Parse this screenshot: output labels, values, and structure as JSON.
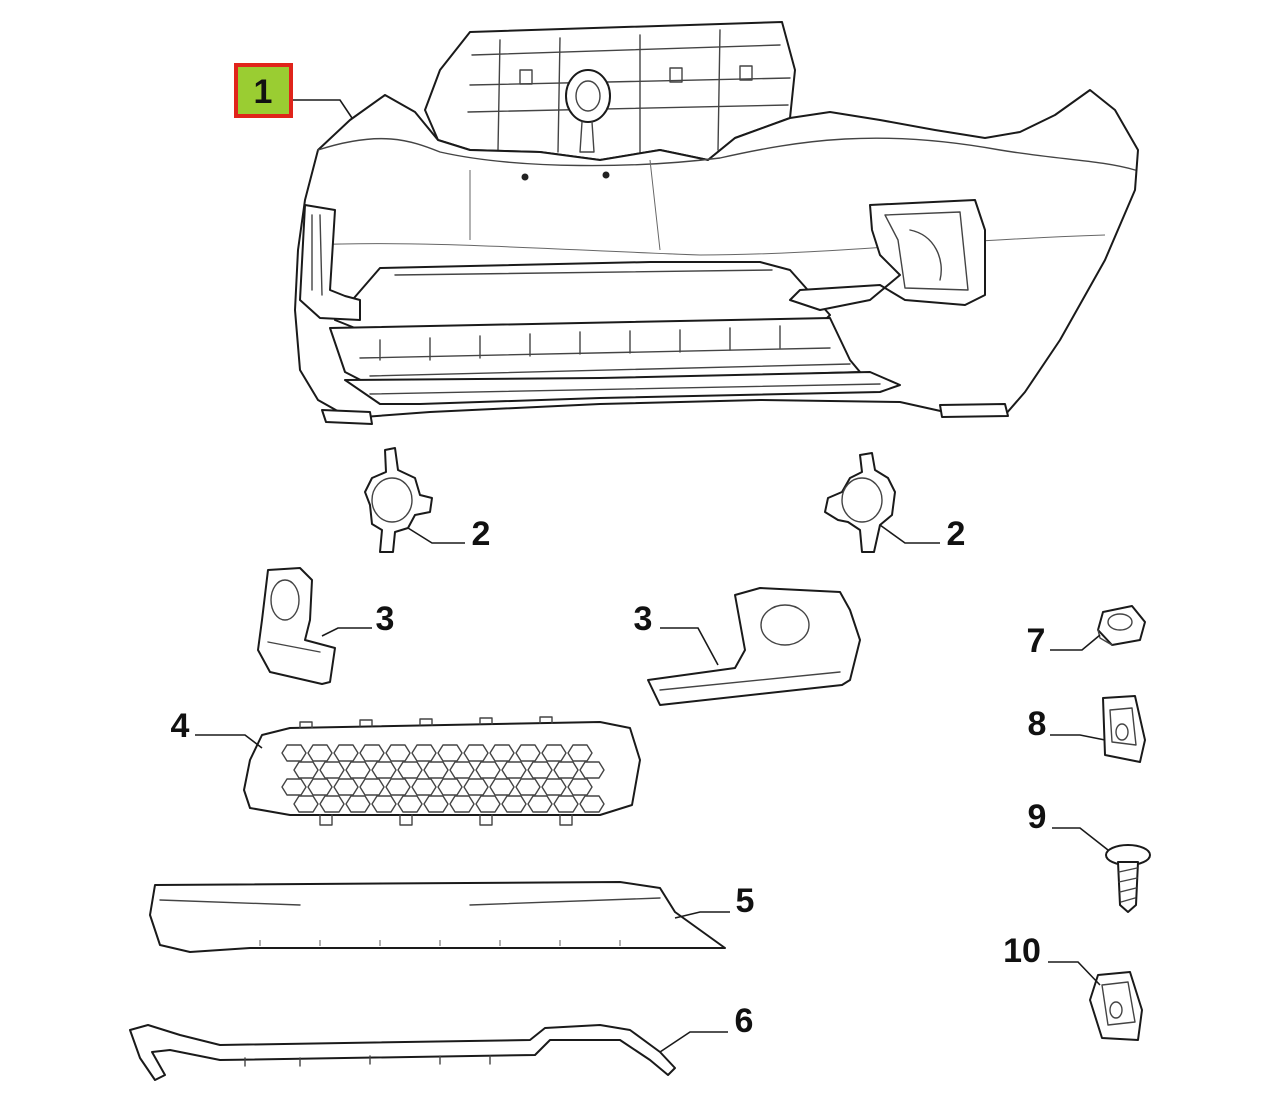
{
  "callouts": [
    {
      "id": "1",
      "label": "1",
      "highlighted": true
    },
    {
      "id": "2a",
      "label": "2"
    },
    {
      "id": "2b",
      "label": "2"
    },
    {
      "id": "3a",
      "label": "3"
    },
    {
      "id": "3b",
      "label": "3"
    },
    {
      "id": "4",
      "label": "4"
    },
    {
      "id": "5",
      "label": "5"
    },
    {
      "id": "6",
      "label": "6"
    },
    {
      "id": "7",
      "label": "7"
    },
    {
      "id": "8",
      "label": "8"
    },
    {
      "id": "9",
      "label": "9"
    },
    {
      "id": "10",
      "label": "10"
    }
  ],
  "colors": {
    "highlight_fill": "#9acd32",
    "highlight_border": "#e0241b",
    "line": "#1a1a1a"
  }
}
